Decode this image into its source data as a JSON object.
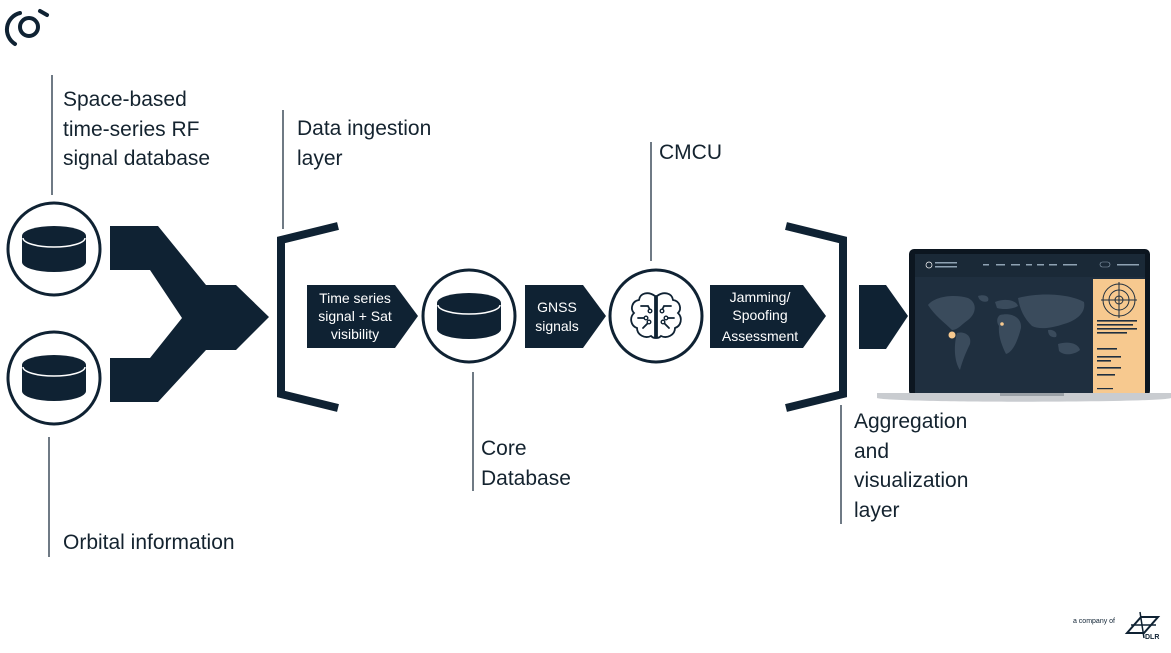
{
  "labels": {
    "rf_database": [
      "Space-based",
      "time-series RF",
      "signal database"
    ],
    "orbital": "Orbital information",
    "ingestion": [
      "Data ingestion",
      "layer"
    ],
    "core_db": [
      "Core",
      "Database"
    ],
    "cmcu": "CMCU",
    "aggregation": [
      "Aggregation",
      "and",
      "visualization",
      "layer"
    ]
  },
  "chevrons": {
    "time_series": [
      "Time series",
      "signal + Sat",
      "visibility"
    ],
    "gnss": [
      "GNSS",
      "signals"
    ],
    "jamming": [
      "Jamming/",
      "Spoofing",
      "Assessment"
    ]
  },
  "footer": {
    "company_text": "a company of",
    "brand": "DLR"
  },
  "colors": {
    "navy": "#0f2233",
    "panel": "#f7c98f",
    "screen": "#1f2f3f"
  },
  "icons": [
    "logo-icon",
    "database-icon",
    "brain-icon",
    "laptop-icon",
    "dlr-logo-icon"
  ]
}
